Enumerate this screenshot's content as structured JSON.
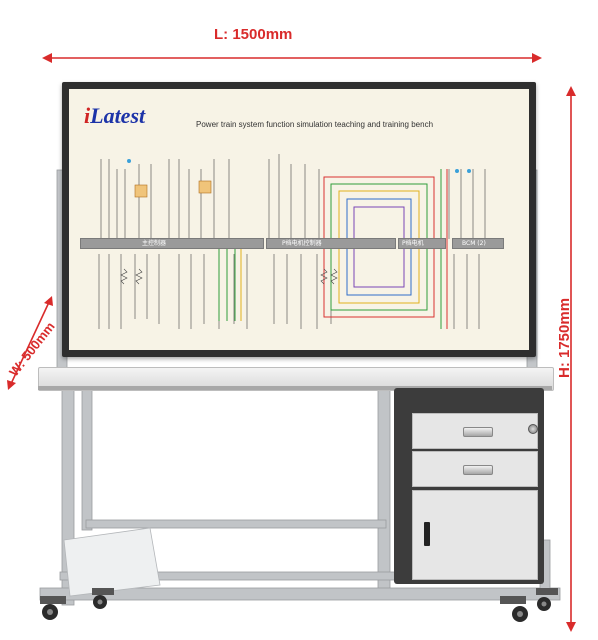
{
  "dimensions": {
    "length": "L: 1500mm",
    "height": "H: 1750mm",
    "width": "W: 500mm",
    "arrow_color": "#d92b2b"
  },
  "board": {
    "brand_prefix": "i",
    "brand_rest": "Latest",
    "title": "Power train system function simulation teaching and training bench",
    "modules": [
      {
        "label": "主控制器"
      },
      {
        "label": "P档电机控制器"
      },
      {
        "label": "P档电机"
      },
      {
        "label": "BCM (2)"
      }
    ]
  },
  "icons": {
    "caster": "caster-wheel-icon",
    "lock": "lock-icon",
    "handle": "drawer-handle-icon"
  },
  "colors": {
    "board_frame": "#2e2e2e",
    "board_panel": "#f7f3e6",
    "brand_blue": "#1c33a8",
    "brand_red": "#d02424",
    "frame_metal": "#b9bcbf",
    "cabinet_body": "#3c3c3c",
    "cabinet_face": "#e6e6e6"
  }
}
